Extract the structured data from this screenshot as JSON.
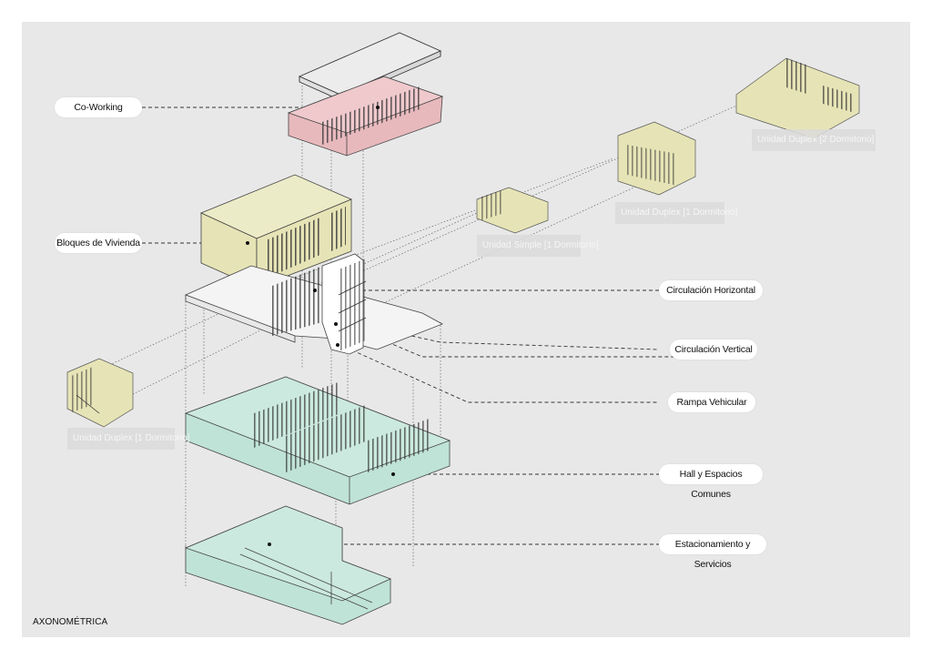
{
  "labels": {
    "coworking": "Co-Working",
    "bloques": "Bloques de Vivienda",
    "circ_horizontal": "Circulación Horizontal",
    "circ_vertical": "Circulación Vertical",
    "rampa": "Rampa Vehicular",
    "hall": "Hall y Espacios Comunes",
    "estacionamiento": "Estacionamiento y Servicios"
  },
  "units": {
    "duplex_2": "Unidad Duplex  [2 Dormitorio]",
    "duplex_1_right": "Unidad Duplex  [1 Dormitorio]",
    "simple_1": "Unidad Simple  [1 Dormitorio]",
    "duplex_1_left": "Unidad Duplex  [1 Dormitorio]"
  },
  "drawing_title": "AXONOMÉTRICA",
  "colors": {
    "coworking": "#e7b9bd",
    "vivienda": "#e6e4b6",
    "comunes": "#bfe3d6",
    "line": "#444444",
    "background": "#e8e8e8"
  }
}
